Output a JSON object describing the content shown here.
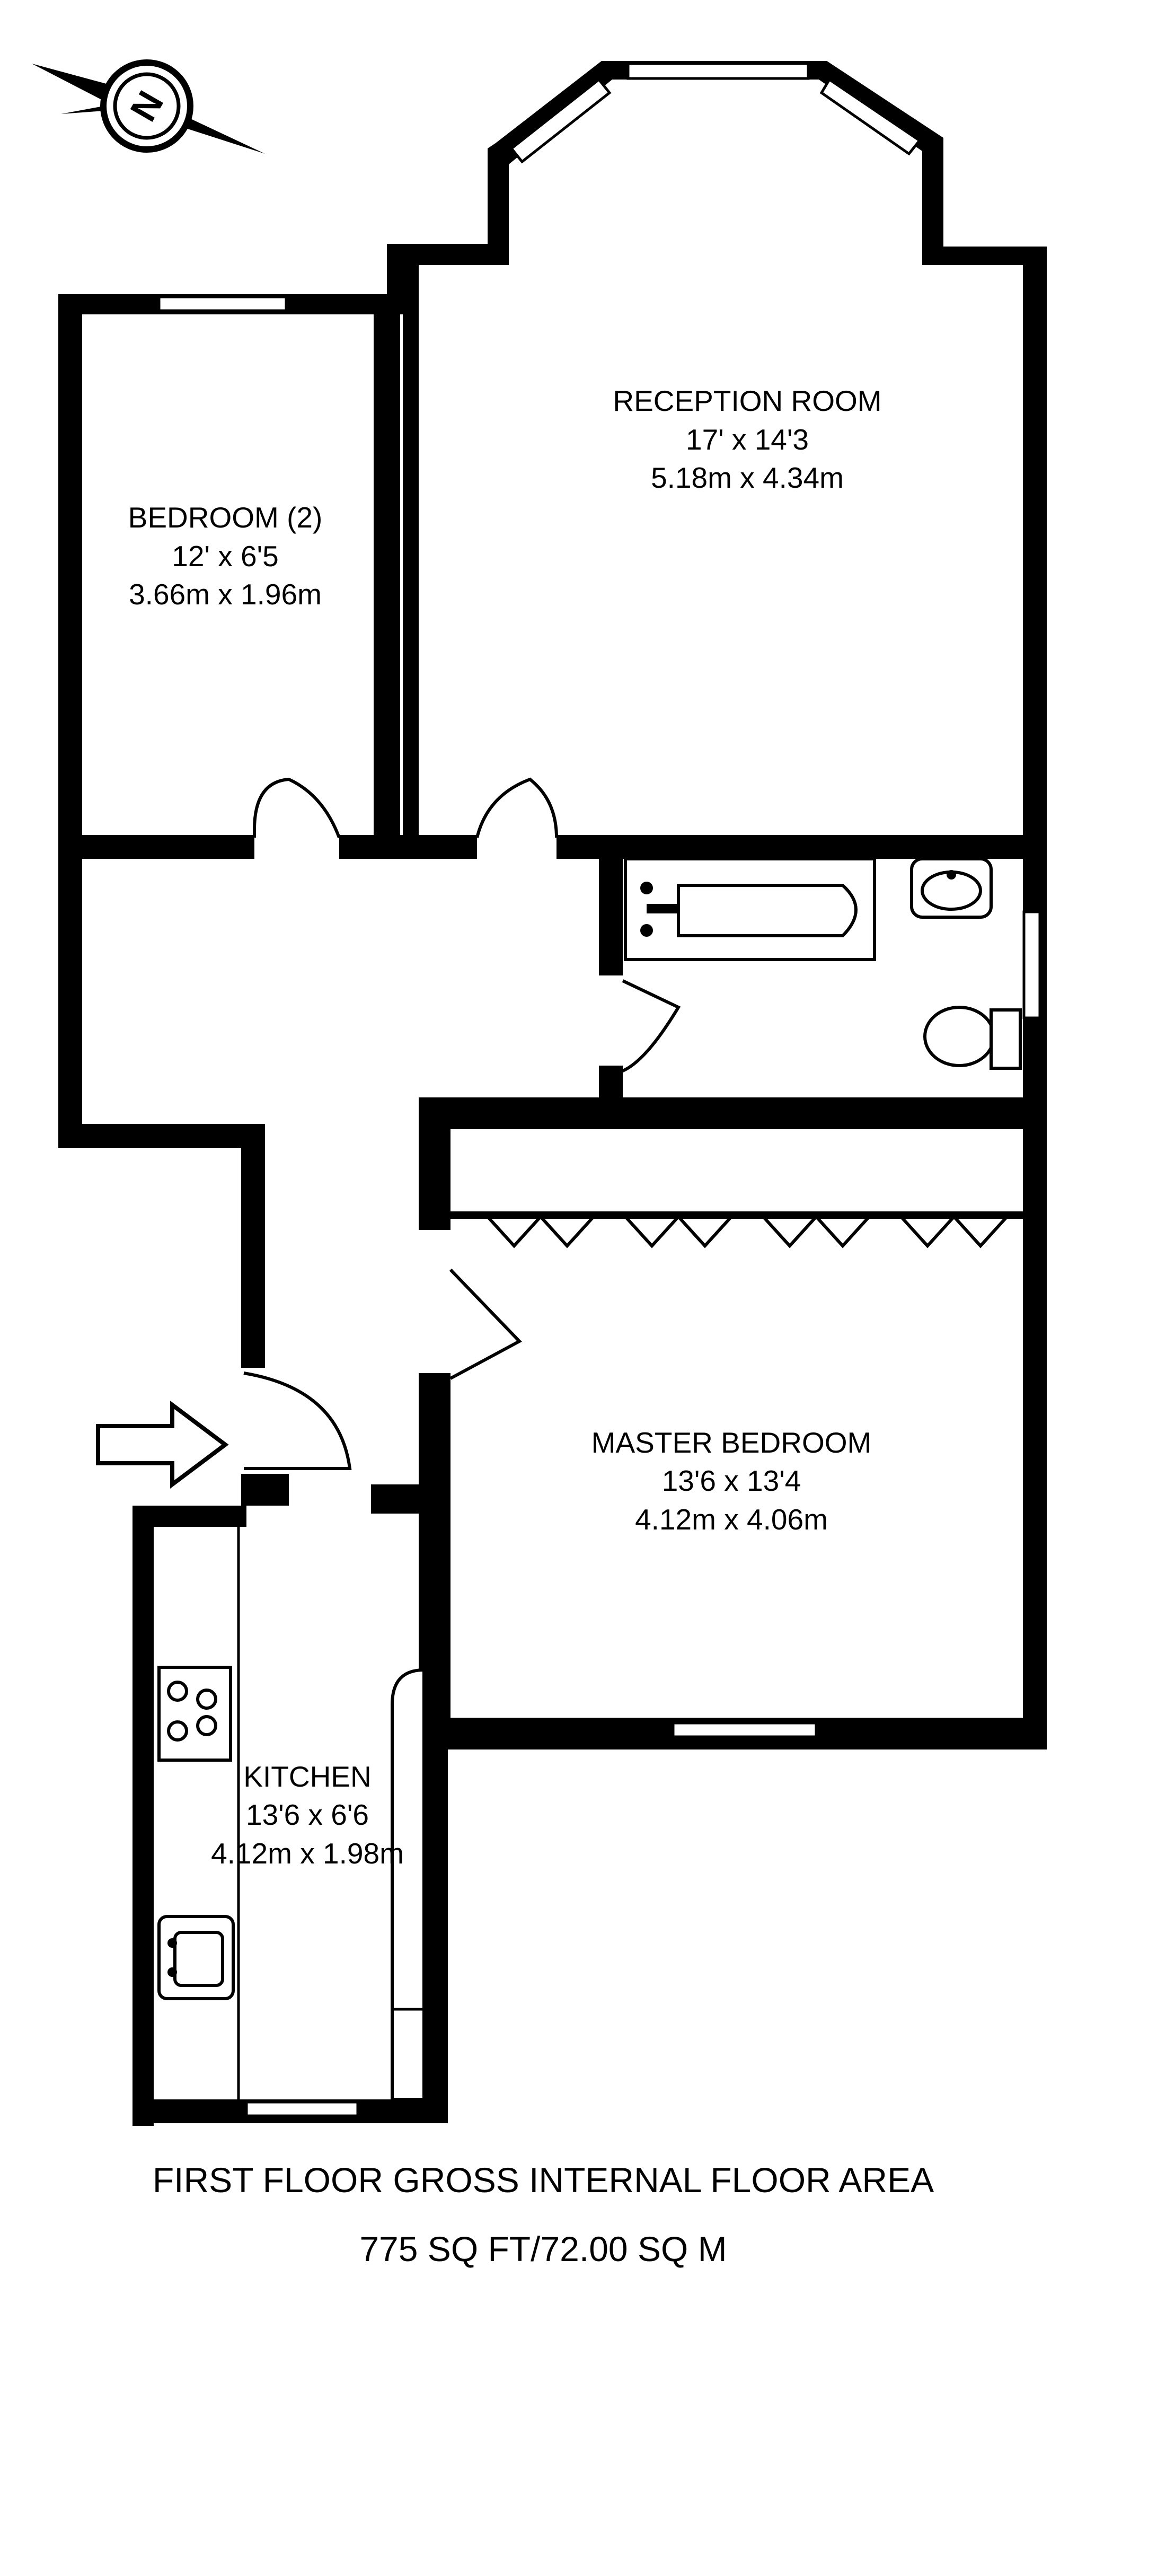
{
  "rooms": {
    "reception": {
      "name": "RECEPTION ROOM",
      "imperial": "17' x 14'3",
      "metric": "5.18m x 4.34m"
    },
    "bedroom2": {
      "name": "BEDROOM (2)",
      "imperial": "12' x 6'5",
      "metric": "3.66m x 1.96m"
    },
    "master": {
      "name": "MASTER BEDROOM",
      "imperial": "13'6 x 13'4",
      "metric": "4.12m x 4.06m"
    },
    "kitchen": {
      "name": "KITCHEN",
      "imperial": "13'6 x 6'6",
      "metric": "4.12m x 1.98m"
    }
  },
  "footer": {
    "title": "FIRST FLOOR GROSS INTERNAL FLOOR AREA",
    "area": "775 SQ FT/72.00 SQ M"
  },
  "compass": {
    "label": "N"
  },
  "colors": {
    "wall": "#000000",
    "background": "#ffffff"
  }
}
